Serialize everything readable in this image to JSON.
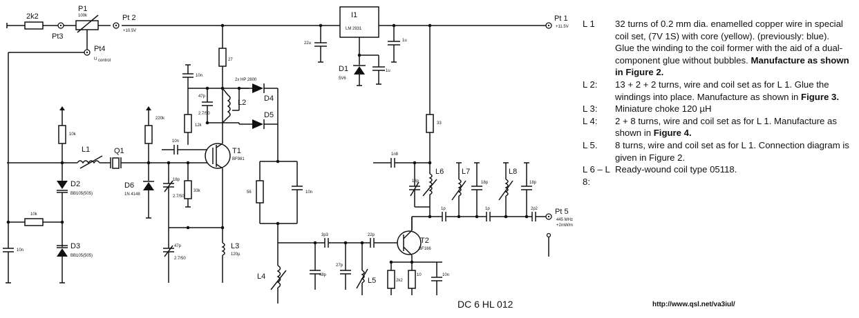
{
  "schematic": {
    "drawing_code": "DC 6 HL 012",
    "points": {
      "p11": "Pt 1",
      "p11_sub": "+11.5V",
      "p12": "Pt 2",
      "p12_sub": "+10.5V",
      "p13": "Pt3",
      "p14": "Pt4",
      "p14_sub": "U",
      "p15": "Pt 5",
      "p15_sub1": "445 MHz",
      "p15_sub2": "+2mW/m"
    },
    "ic": {
      "ref": "I1",
      "part": "LM 2931"
    },
    "transistors": [
      {
        "ref": "T1",
        "part": "BF981"
      },
      {
        "ref": "T2",
        "part": "BF166"
      }
    ],
    "diodes": [
      {
        "ref": "D1",
        "part": "5V6"
      },
      {
        "ref": "D2",
        "part": "BB105(505)"
      },
      {
        "ref": "D3",
        "part": "BB105(505)"
      },
      {
        "ref": "D4",
        "part": ""
      },
      {
        "ref": "D5",
        "part": ""
      },
      {
        "ref": "D6",
        "part": "1N 4148"
      }
    ],
    "diode_pair_label": "2x HP 2800",
    "inductors": [
      "L1",
      "L2",
      "L3",
      "L4",
      "L5",
      "L6",
      "L7",
      "L8"
    ],
    "l3_value": "120µ",
    "crystal": "Q1",
    "pot": {
      "ref": "P1",
      "value": "100k"
    },
    "values": {
      "r_2k2": "2k2",
      "r_10k_a": "10k",
      "r_10k_b": "10k",
      "r_220k": "220k",
      "r_12k": "12k",
      "r_27": "27",
      "r_33k": "33k",
      "r_56": "56",
      "r_33": "33",
      "r_2k2b": "2k2",
      "r_10": "10",
      "c_22u": "22u",
      "c_1u_a": "1u",
      "c_1u_b": "1u",
      "c_10n_a": "10n",
      "c_10n_b": "10n",
      "c_10n_c": "10n",
      "c_10n_d": "10n",
      "c_10n_e": "10n",
      "c_47p_a": "47p",
      "c_47p_b": "47p",
      "c_18p_a": "18p",
      "c_18p_b": "18p",
      "c_18p_c": "18p",
      "c_18p_d": "18p",
      "c_1n8": "1n8",
      "c_3p3": "3p3",
      "c_22p": "22p",
      "c_27p": "27p",
      "c_48p": "48p",
      "c_1p_a": "1p",
      "c_1p_b": "1p",
      "c_2p2": "2p2",
      "trim_a": "2.7/50",
      "trim_b": "2.7/50",
      "trim_c": "2.7/50"
    }
  },
  "notes": [
    {
      "tag": "L 1",
      "lines": [
        {
          "text": "32 turns of 0.2 mm dia. enamelled copper wire in special coil set, (7V 1S) with core (yellow). (previously: blue).",
          "bold": ""
        },
        {
          "text": "Glue the winding to the coil former with the aid of a dual-component glue without bubbles. ",
          "bold": "Manufacture as shown in Figure 2."
        }
      ]
    },
    {
      "tag": "L 2:",
      "lines": [
        {
          "text": "13 + 2 + 2 turns, wire and coil set as for L 1. Glue the windings into place. Manufacture as shown in ",
          "bold": "Figure 3."
        }
      ]
    },
    {
      "tag": "L 3:",
      "lines": [
        {
          "text": "Miniature choke 120 µH",
          "bold": ""
        }
      ]
    },
    {
      "tag": "L 4:",
      "lines": [
        {
          "text": "2 + 8 turns, wire and coil set as for L 1. Manufacture as shown in ",
          "bold": "Figure 4."
        }
      ]
    },
    {
      "tag": "L 5.",
      "lines": [
        {
          "text": "8 turns, wire and coil set as for L 1. Connection diagram is given in Figure 2.",
          "bold": ""
        }
      ]
    },
    {
      "tag": "L 6 – L 8:",
      "lines": [
        {
          "text": "Ready-wound coil type 05118.",
          "bold": ""
        }
      ]
    }
  ],
  "footer_url": "http://www.qsl.net/va3iul/"
}
